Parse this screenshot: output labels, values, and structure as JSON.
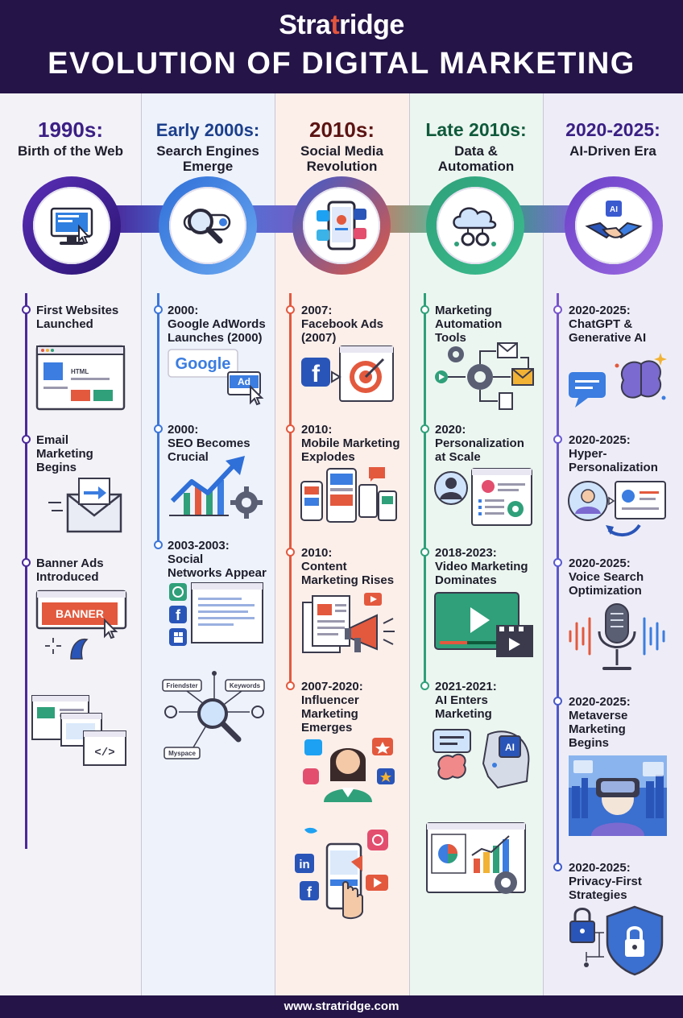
{
  "header": {
    "brand_prefix": "Stra",
    "brand_accent": "t",
    "brand_suffix": "ridge",
    "title": "EVOLUTION OF DIGITAL MARKETING"
  },
  "footer": {
    "url": "www.stratridge.com"
  },
  "colors": {
    "header_bg": "#241447",
    "era1": "#3b1f84",
    "era2": "#1c3f8c",
    "era3": "#5b1412",
    "era4": "#0f5a3c",
    "era5": "#3a1f84",
    "accent": "#e2553d"
  },
  "columns": [
    {
      "era": "1990s:",
      "subtitle_l1": "Birth of the Web",
      "subtitle_l2": "",
      "icon": "computer-icon",
      "items": [
        {
          "l1": "First Websites",
          "l2": "Launched",
          "l3": ""
        },
        {
          "l1": "Email",
          "l2": "Marketing",
          "l3": "Begins"
        },
        {
          "l1": "Banner Ads",
          "l2": "Introduced",
          "l3": ""
        }
      ]
    },
    {
      "era": "Early 2000s:",
      "subtitle_l1": "Search Engines",
      "subtitle_l2": "Emerge",
      "icon": "magnifier-icon",
      "items": [
        {
          "l1": "2000:",
          "l2": "Google AdWords",
          "l3": "Launches (2000)"
        },
        {
          "l1": "2000:",
          "l2": "SEO Becomes",
          "l3": "Crucial"
        },
        {
          "l1": "2003-2003:",
          "l2": "Social",
          "l3": "Networks Appear"
        }
      ]
    },
    {
      "era": "2010s:",
      "subtitle_l1": "Social Media",
      "subtitle_l2": "Revolution",
      "icon": "smartphone-social-icon",
      "items": [
        {
          "l1": "2007:",
          "l2": "Facebook Ads",
          "l3": "(2007)"
        },
        {
          "l1": "2010:",
          "l2": "Mobile Marketing",
          "l3": "Explodes"
        },
        {
          "l1": "2010:",
          "l2": "Content",
          "l3": "Marketing Rises"
        },
        {
          "l1": "2007-2020:",
          "l2": "Influencer",
          "l3": "Marketing",
          "l4": "Emerges"
        }
      ]
    },
    {
      "era": "Late 2010s:",
      "subtitle_l1": "Data &",
      "subtitle_l2": "Automation",
      "icon": "cloud-gear-icon",
      "items": [
        {
          "l1": "Marketing",
          "l2": "Automation",
          "l3": "Tools"
        },
        {
          "l1": "2020:",
          "l2": "Personalization",
          "l3": "at Scale"
        },
        {
          "l1": "2018-2023:",
          "l2": "Video Marketing",
          "l3": "Dominates"
        },
        {
          "l1": "2021-2021:",
          "l2": "AI Enters",
          "l3": "Marketing"
        }
      ]
    },
    {
      "era": "2020-2025:",
      "subtitle_l1": "AI-Driven Era",
      "subtitle_l2": "",
      "icon": "ai-handshake-icon",
      "items": [
        {
          "l1": "2020-2025:",
          "l2": "ChatGPT &",
          "l3": "Generative AI"
        },
        {
          "l1": "2020-2025:",
          "l2": "Hyper-",
          "l3": "Personalization"
        },
        {
          "l1": "2020-2025:",
          "l2": "Voice Search",
          "l3": "Optimization"
        },
        {
          "l1": "2020-2025:",
          "l2": "Metaverse",
          "l3": "Marketing",
          "l4": "Begins"
        },
        {
          "l1": "2020-2025:",
          "l2": "Privacy-First",
          "l3": "Strategies"
        }
      ]
    }
  ],
  "illustration_text": {
    "html_tag": "HTML",
    "google": "Google",
    "ad": "Ad",
    "banner": "BANNER",
    "code": "</>",
    "friendster": "Friendster",
    "keywords": "Keywords",
    "myspace": "Myspace",
    "ai_chip": "AI",
    "linkedin": "in",
    "facebook_f": "f"
  }
}
